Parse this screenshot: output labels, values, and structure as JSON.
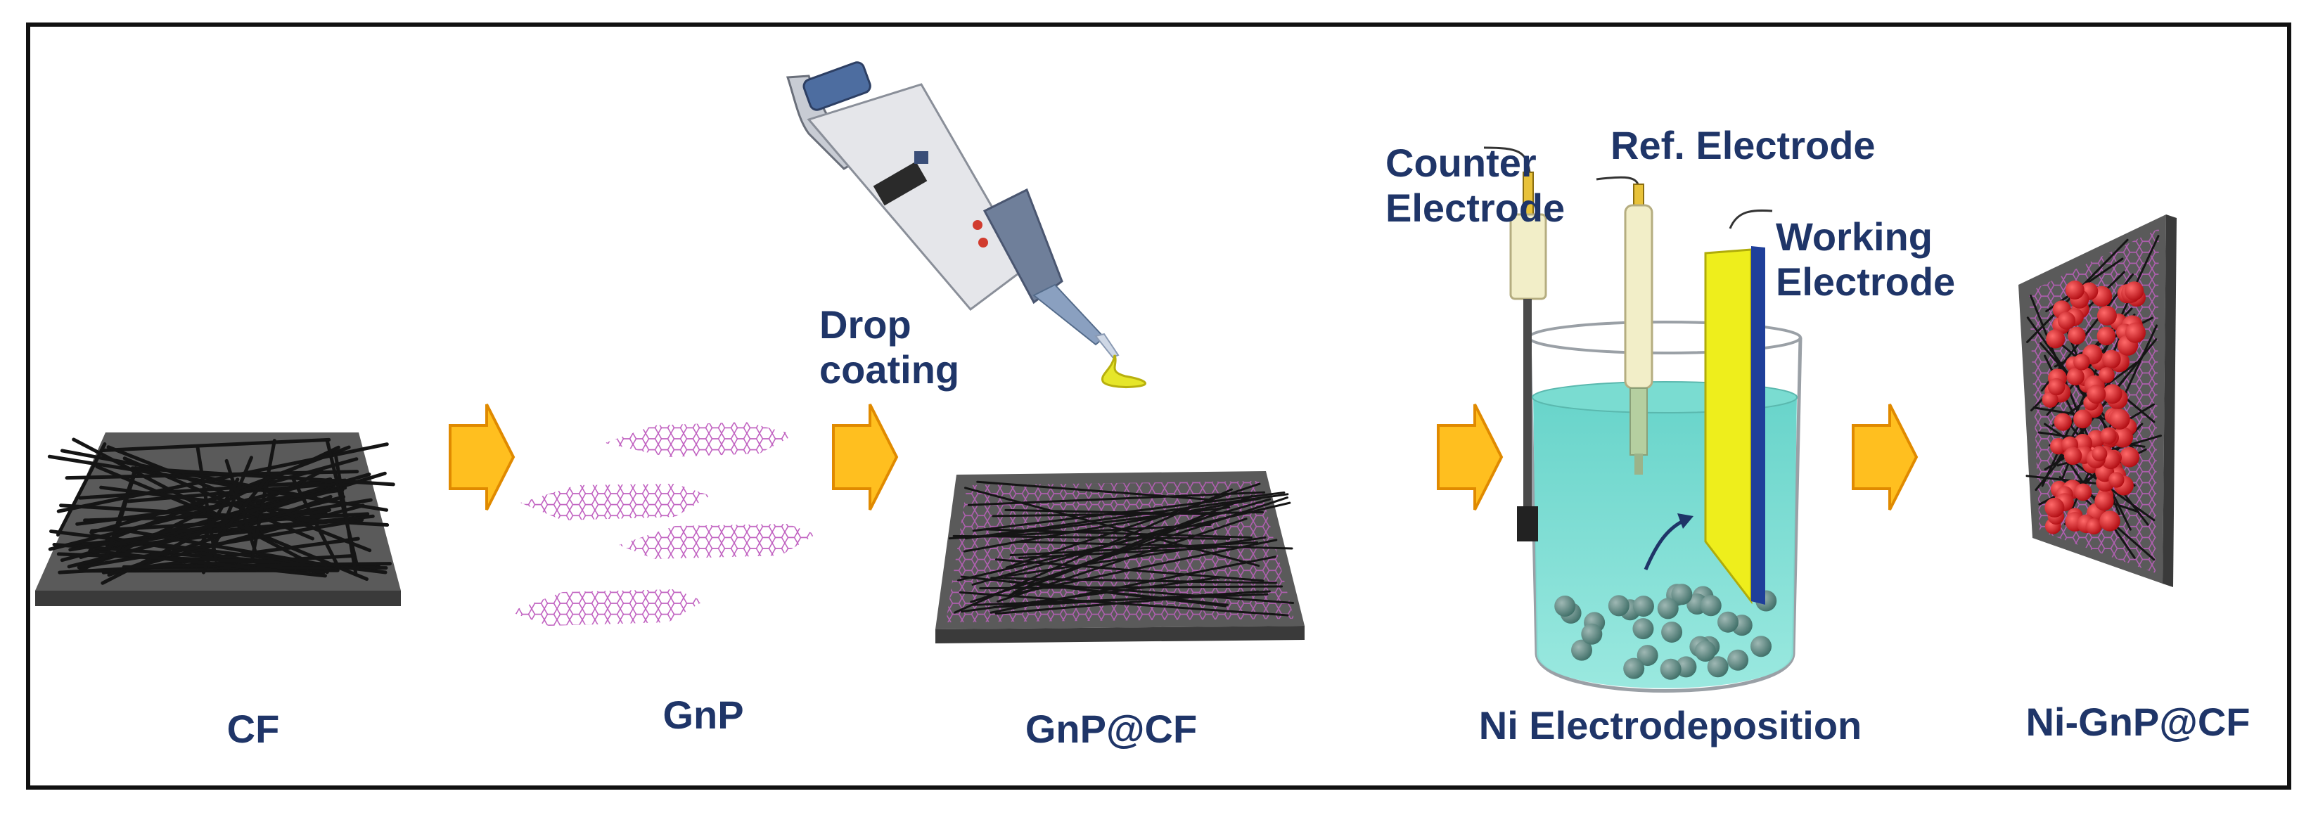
{
  "steps": [
    {
      "label": "CF"
    },
    {
      "label": "GnP"
    },
    {
      "label": "GnP@CF"
    },
    {
      "label": "Ni Electrodeposition"
    },
    {
      "label": "Ni-GnP@CF"
    }
  ],
  "process": {
    "drop_line1": "Drop",
    "drop_line2": "coating"
  },
  "electrodes": {
    "counter_line1": "Counter",
    "counter_line2": "Electrode",
    "ref": "Ref. Electrode",
    "working_line1": "Working",
    "working_line2": "Electrode"
  },
  "colors": {
    "label_text": "#1f3568",
    "arrow_fill": "#ffbf1f",
    "arrow_stroke": "#e08a00",
    "electrolyte": "#5fd3c8",
    "ni_particles": "#e01820",
    "graphene": "#c060c0",
    "working_electrode": "#e8e81a"
  },
  "icons": [
    "process-arrow-icon",
    "pipette-icon",
    "beaker-icon",
    "electrode-icon"
  ]
}
